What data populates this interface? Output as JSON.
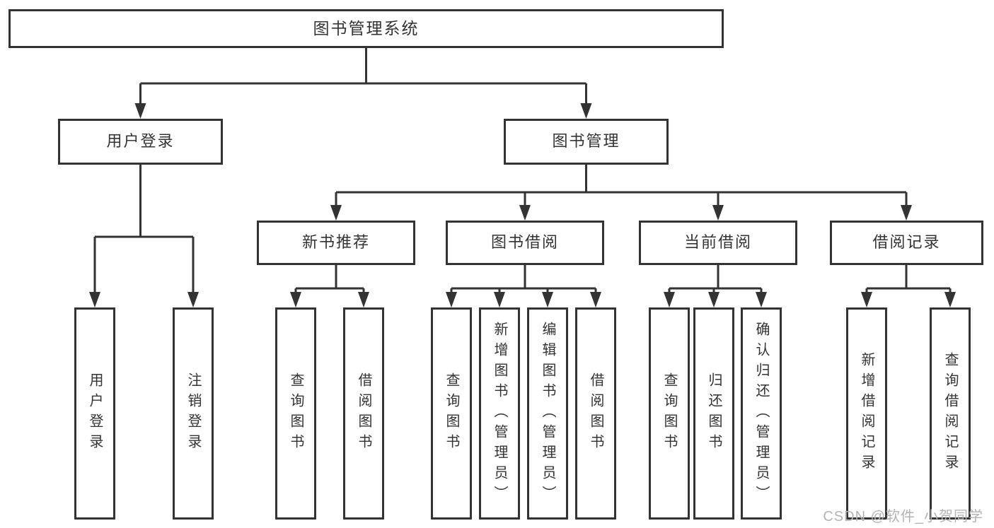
{
  "nodes": {
    "root": "图书管理系统",
    "user_login": "用户登录",
    "book_management": "图书管理",
    "new_book_recommend": "新书推荐",
    "book_borrow": "图书借阅",
    "current_borrow": "当前借阅",
    "borrow_record": "借阅记录",
    "leaf_user_login": "用户登录",
    "leaf_logout": "注销登录",
    "leaf_query_book_recommend": "查询图书",
    "leaf_borrow_book_recommend": "借阅图书",
    "leaf_query_book_borrow": "查询图书",
    "leaf_add_book_admin": "新增图书（管理员）",
    "leaf_edit_book_admin": "编辑图书（管理员）",
    "leaf_borrow_book": "借阅图书",
    "leaf_query_book_current": "查询图书",
    "leaf_return_book": "归还图书",
    "leaf_confirm_return_admin": "确认归还（管理员）",
    "leaf_add_borrow_record": "新增借阅记录",
    "leaf_query_borrow_record": "查询借阅记录"
  },
  "watermark": "CSDN @软件_小贺同学",
  "colors": {
    "line": "#333333",
    "text": "#333333",
    "watermark": "#b3b3b3",
    "background": "#ffffff"
  }
}
